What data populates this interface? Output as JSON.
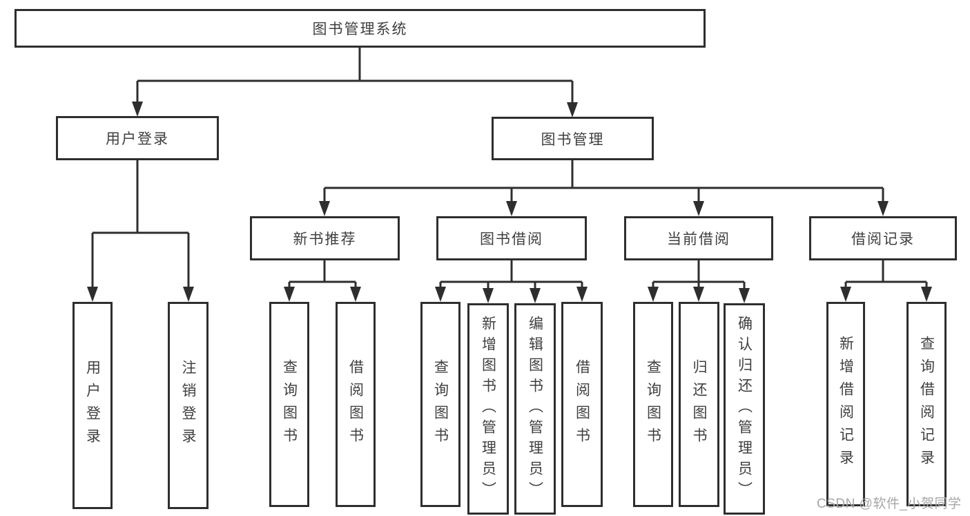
{
  "colors": {
    "background": "#ffffff",
    "line": "#2e2e2e",
    "box_border": "#2e2e2e",
    "label_text": "#3f3f3f",
    "watermark_text": "#a6a6a6"
  },
  "nodes": {
    "root": {
      "label": "图书管理系统"
    },
    "user_login": {
      "label": "用户登录"
    },
    "book_mgmt": {
      "label": "图书管理"
    },
    "new_book_rec": {
      "label": "新书推荐"
    },
    "book_borrow": {
      "label": "图书借阅"
    },
    "current_borrow": {
      "label": "当前借阅"
    },
    "borrow_records": {
      "label": "借阅记录"
    },
    "leaf_user_login": {
      "label": "用户登录"
    },
    "leaf_logout": {
      "label": "注销登录"
    },
    "leaf_nbr_query": {
      "label": "查询图书"
    },
    "leaf_nbr_borrow": {
      "label": "借阅图书"
    },
    "leaf_bb_query": {
      "label": "查询图书"
    },
    "leaf_bb_add": {
      "label": "新增图书（管理员）"
    },
    "leaf_bb_edit": {
      "label": "编辑图书（管理员）"
    },
    "leaf_bb_borrow": {
      "label": "借阅图书"
    },
    "leaf_cb_query": {
      "label": "查询图书"
    },
    "leaf_cb_return": {
      "label": "归还图书"
    },
    "leaf_cb_confirm": {
      "label": "确认归还（管理员）"
    },
    "leaf_br_add": {
      "label": "新增借阅记录"
    },
    "leaf_br_query": {
      "label": "查询借阅记录"
    }
  },
  "watermark": {
    "text": "CSDN @软件_小贺同学"
  }
}
